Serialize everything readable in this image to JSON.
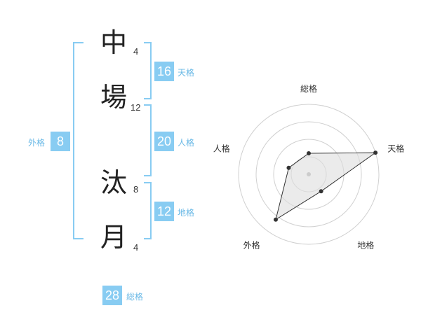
{
  "name": {
    "chars": [
      {
        "char": "中",
        "strokes": "4"
      },
      {
        "char": "場",
        "strokes": "12"
      },
      {
        "char": "汰",
        "strokes": "8"
      },
      {
        "char": "月",
        "strokes": "4"
      }
    ]
  },
  "kaku": {
    "ten": {
      "label": "天格",
      "value": "16"
    },
    "jin": {
      "label": "人格",
      "value": "20"
    },
    "chi": {
      "label": "地格",
      "value": "12"
    },
    "gai": {
      "label": "外格",
      "value": "8"
    },
    "souka": {
      "label": "総格",
      "value": "28"
    }
  },
  "colors": {
    "accent": "#88ccf2",
    "accent_text": "#6ab9e6",
    "ring": "#d0d0d0",
    "polygon_fill": "#dddddd",
    "point": "#333333"
  },
  "chart_data": {
    "type": "radar",
    "axes": [
      "総格",
      "天格",
      "地格",
      "外格",
      "人格"
    ],
    "values": [
      0.3,
      1.0,
      0.3,
      0.8,
      0.3
    ],
    "rings": 4,
    "max": 1
  }
}
